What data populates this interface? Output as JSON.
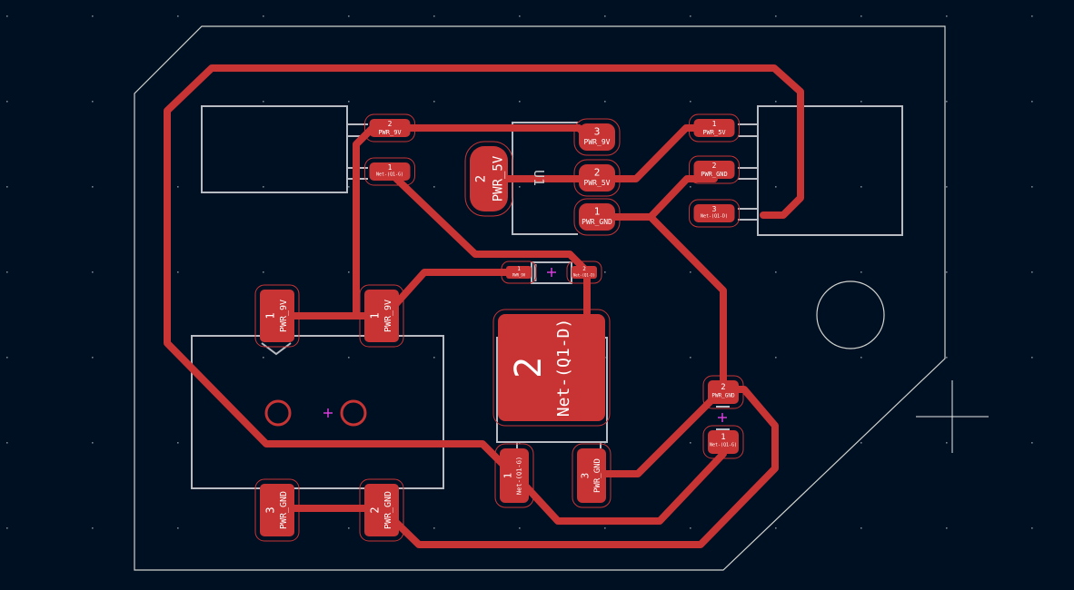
{
  "colors": {
    "background": "#001023",
    "copper": "#c83434",
    "outline": "#d0d2cd",
    "silkscreen": "#c8c8c8",
    "text": "#ffffff",
    "marker": "#e040e0",
    "grid": "#8a8a8a"
  },
  "pads": {
    "j_left_p2": {
      "num": "2",
      "net": "PWR_9V"
    },
    "j_left_p1": {
      "num": "1",
      "net": "Net-(Q1-G)"
    },
    "u1_p3": {
      "num": "3",
      "net": "PWR_9V"
    },
    "u1_p2": {
      "num": "2",
      "net": "PWR_5V"
    },
    "u1_p1": {
      "num": "1",
      "net": "PWR_GND"
    },
    "u1_tab": {
      "num": "2",
      "net": "PWR_5V"
    },
    "u1_label": "U1",
    "j_right_p1": {
      "num": "1",
      "net": "PWR_5V"
    },
    "j_right_p2": {
      "num": "2",
      "net": "PWR_GND"
    },
    "j_right_p3": {
      "num": "3",
      "net": "Net-(Q1-D)"
    },
    "d_p1": {
      "num": "1",
      "net": "PWR_9V"
    },
    "d_p2": {
      "num": "2",
      "net": "Net-(Q1-D)"
    },
    "q1_tab": {
      "num": "2",
      "net": "Net-(Q1-D)"
    },
    "q1_p1": {
      "num": "1",
      "net": "Net-(Q1-G)"
    },
    "q1_p3": {
      "num": "3",
      "net": "PWR_GND"
    },
    "bj_p1": {
      "num": "1",
      "net": "PWR_9V"
    },
    "bj_p3": {
      "num": "3",
      "net": "PWR_GND"
    },
    "sw_p1": {
      "num": "1",
      "net": "PWR_9V"
    },
    "sw_p2": {
      "num": "2",
      "net": "PWR_GND"
    },
    "r_p2": {
      "num": "2",
      "net": "PWR_GND"
    },
    "r_p1": {
      "num": "1",
      "net": "Net-(Q1-G)"
    }
  }
}
